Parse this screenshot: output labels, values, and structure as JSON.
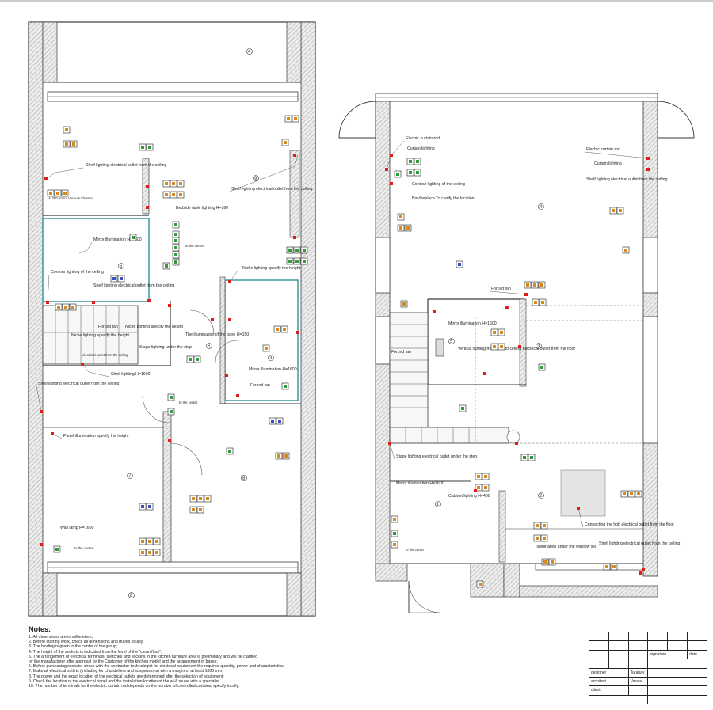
{
  "left_plan": {
    "room_numbers": [
      "4",
      "9",
      "5",
      "6",
      "7",
      "8",
      "3",
      "8"
    ],
    "labels": {
      "shelf_lighting_ceiling_1": "Shelf lighting electrical outlet from the ceiling",
      "robot_vacuum": "H=250 Robot Vacuum Cleaner",
      "shelf_lighting_ceiling_2": "Shelf lighting electrical outlet from the ceiling",
      "bedside_table": "Bedside table lighting H=360",
      "mirror_illumination_1": "Mirror illumination H=1600",
      "contour_lighting": "Contour lighting of the ceiling",
      "shelf_lighting_ceiling_3": "Shelf lighting electrical outlet from the ceiling",
      "niche_lighting_1": "Niche lighting specify the height",
      "forced_fan_1": "Forced fan",
      "niche_lighting_2": "Niche lighting specify the height",
      "niche_lighting_3": "Niche lighting specify the height",
      "illumination_base": "The illumination of the base H=150",
      "step_lighting": "Stage lighting under the step",
      "electrical_outlet_ceiling": "electrical outlet from the ceiling",
      "shelf_lighting_h1600": "Shelf lighting H=1600",
      "mirror_illumination_2": "Mirror illumination H=1600",
      "forced_fan_2": "Forced fan",
      "shelf_lighting_ceiling_4": "Shelf lighting electrical outlet from the ceiling",
      "panel_illumination": "Panel illumination specify the height",
      "wall_lamp": "Wall lamp H=1600",
      "to_the_center_1": "to the center",
      "to_the_center_2": "to the center",
      "to_the_center_3": "to the center"
    }
  },
  "right_plan": {
    "room_numbers": [
      "4",
      "3",
      "5",
      "1",
      "2"
    ],
    "labels": {
      "electric_curtain_rod_1": "Electric curtain rod",
      "curtain_lighting_1": "Curtain lighting",
      "contour_lighting": "Contour lighting of the ceiling",
      "bio_fireplace": "Bio-fireplace To clarify the location",
      "electric_curtain_rod_2": "Electric curtain rod",
      "curtain_lighting_2": "Curtain lighting",
      "shelf_lighting_ceiling_1": "Shelf lighting electrical outlet from the ceiling",
      "forced_fan_1": "Forced fan",
      "mirror_illumination_1": "Mirror illumination H=1600",
      "vertical_lighting": "Vertical lighting from floor to ceiling electrical outlet from the floor",
      "forced_fan_2": "Forced fan",
      "stage_lighting": "Stage lighting electrical outlet under the step",
      "mirror_illumination_2": "Mirror illumination H=1600",
      "cabinet_lighting": "Cabinet lighting H=400",
      "connecting_hob": "Connecting the hob electrical outlet from the floor",
      "illumination_window": "Illumination under the window sill",
      "shelf_lighting_ceiling_2": "Shelf lighting electrical outlet from the ceiling",
      "to_the_center": "to the center"
    }
  },
  "notes": {
    "title": "Notes:",
    "lines": [
      "1. All dimensions are in millimeters;",
      "2. Before starting work, check all dimensions and marks locally;",
      "3. The binding is given in the center of the group;",
      "4. The height of the sockets is indicated from the level of the \"clean floor\";",
      "5. The arrangement of electrical terminals, switches and sockets in the kitchen furniture area is preliminary and will be clarified",
      "   by the manufacturer after approval by the Customer of the kitchen model and the arrangement of bases;",
      "6. Before purchasing sockets, check with the contractor-technologist for electrical equipment the required quantity, power and characteristics;",
      "7. Make all electrical outlets (including for chandeliers and suspensions) with a margin of at least 1000 mm;",
      "8. The power and the exact location of the electrical outlets are determined after the selection of equipment;",
      "9. Check the location of the electrical panel and the installation location of the wi-fi router with a specialist",
      "10. The number of terminals for the electric curtain rod depends on the number of controlled curtains, specify locally."
    ]
  },
  "title_block": {
    "signature": "signature",
    "date": "date",
    "designer_role": "designer",
    "designer_name": "Tarabay",
    "architect_role": "architect",
    "architect_name": "Varata",
    "client_role": "client"
  },
  "colors": {
    "wall_line": "#3a3a3a",
    "wall_hatch": "#bdbdbd",
    "outlet_mark": "#e31b1b",
    "outlet_fill_green": "#2e9e3a",
    "outlet_fill_orange": "#d88a1b",
    "outlet_fill_blue": "#3a4fc0",
    "teal_partition": "#1f8a8a",
    "stair_fill": "#f2f2f2",
    "hob_fill": "#e4e4e4"
  }
}
